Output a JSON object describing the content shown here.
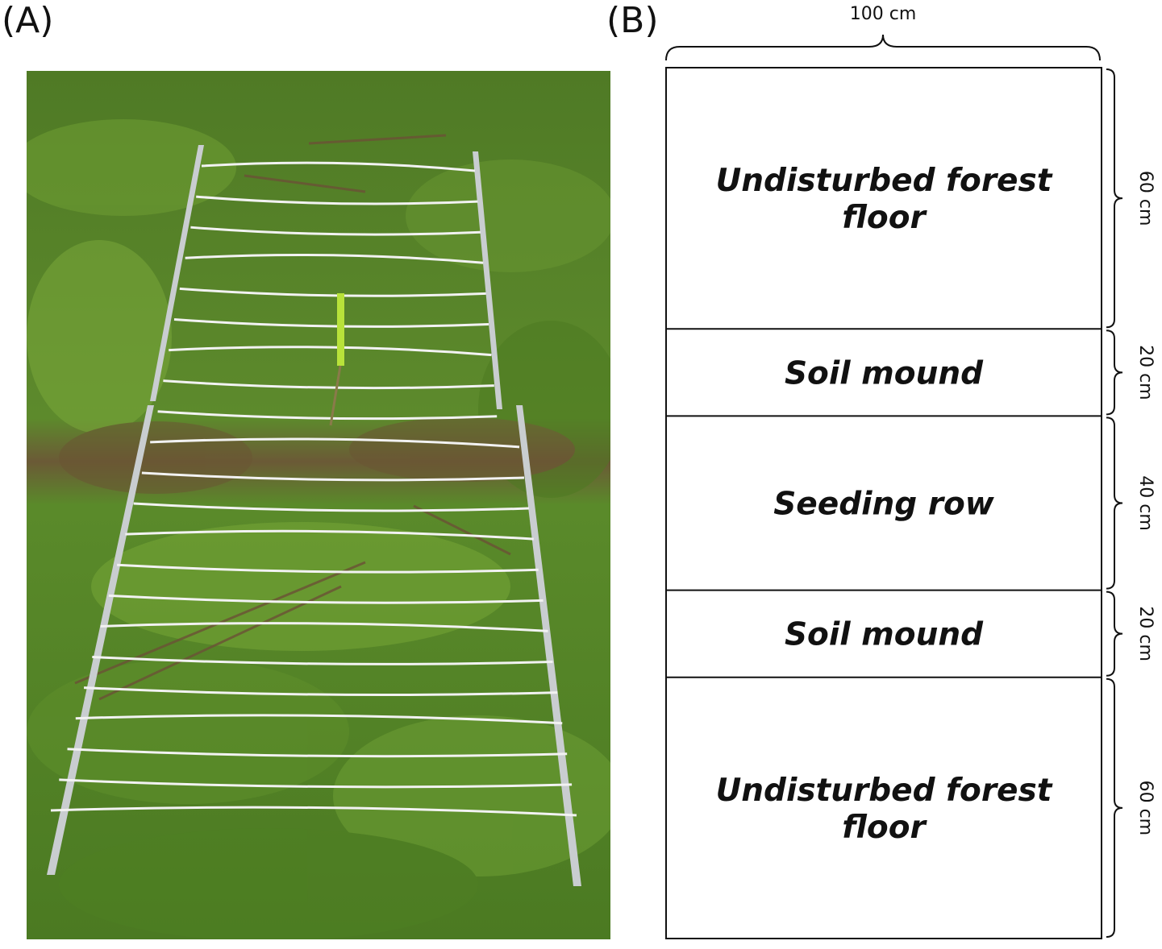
{
  "panels": {
    "a_label": "(A)",
    "b_label": "(B)"
  },
  "photo": {
    "description_icon": "forest-floor-photo"
  },
  "diagram": {
    "width_label": "100 cm",
    "zones": [
      {
        "lines": [
          "Undisturbed forest",
          "floor"
        ],
        "size": "60 cm"
      },
      {
        "lines": [
          "Soil mound"
        ],
        "size": "20 cm"
      },
      {
        "lines": [
          "Seeding row"
        ],
        "size": "40 cm"
      },
      {
        "lines": [
          "Soil mound"
        ],
        "size": "20 cm"
      },
      {
        "lines": [
          "Undisturbed forest",
          "floor"
        ],
        "size": "60 cm"
      }
    ]
  }
}
